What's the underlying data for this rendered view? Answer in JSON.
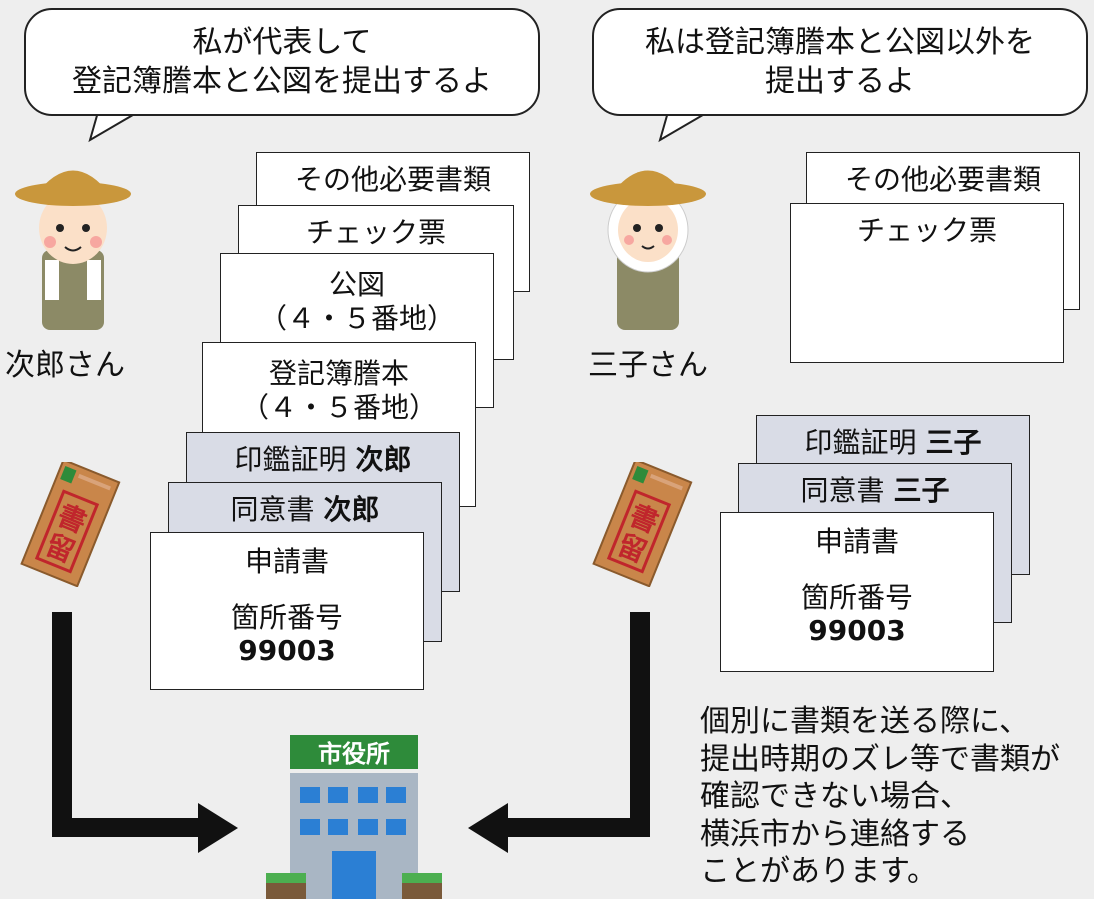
{
  "left": {
    "bubble": [
      "私が代表して",
      "登記簿謄本と公図を提出するよ"
    ],
    "person_name": "次郎さん",
    "docs": {
      "other": "その他必要書類",
      "check": "チェック票",
      "koz_title": "公図",
      "koz_sub": "（４・５番地）",
      "touki_title": "登記簿謄本",
      "touki_sub": "（４・５番地）",
      "inkan_label": "印鑑証明",
      "inkan_name": "次郎",
      "doui_label": "同意書",
      "doui_name": "次郎",
      "shinsei": "申請書",
      "kasho_label": "箇所番号",
      "kasho_number": "99003"
    }
  },
  "right": {
    "bubble": [
      "私は登記簿謄本と公図以外を",
      "提出するよ"
    ],
    "person_name": "三子さん",
    "docs": {
      "other": "その他必要書類",
      "check": "チェック票",
      "inkan_label": "印鑑証明",
      "inkan_name": "三子",
      "doui_label": "同意書",
      "doui_name": "三子",
      "shinsei": "申請書",
      "kasho_label": "箇所番号",
      "kasho_number": "99003"
    }
  },
  "envelope_stamp_top": "書",
  "envelope_stamp_bottom": "留",
  "city_hall_sign": "市役所",
  "note_lines": [
    "個別に書類を送る際に、",
    "提出時期のズレ等で書類が",
    "確認できない場合、",
    "横浜市から連絡する",
    "ことがあります。"
  ],
  "colors": {
    "background": "#eeeeee",
    "doc_blue": "#d9dce6",
    "arrow": "#111111",
    "hall_sign": "#2e8b3a",
    "envelope": "#c9864a"
  }
}
